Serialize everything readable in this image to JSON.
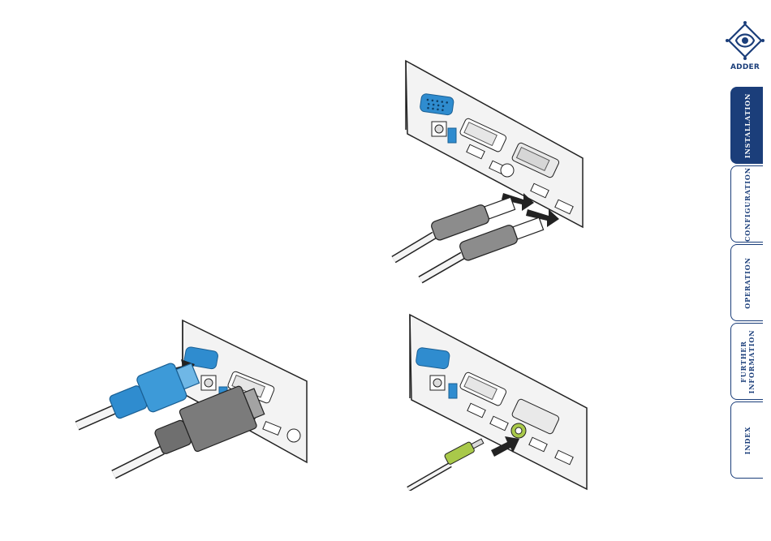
{
  "brand": {
    "logo_text": "ADDER",
    "logo_mark": "adder-snake-logo-icon",
    "color": "#1b3e7a"
  },
  "tabs": [
    {
      "id": "installation",
      "label": "INSTALLATION",
      "active": true
    },
    {
      "id": "configuration",
      "label": "CONFIGURATION",
      "active": false
    },
    {
      "id": "operation",
      "label": "OPERATION",
      "active": false
    },
    {
      "id": "further",
      "label_line1": "FURTHER",
      "label_line2": "INFORMATION",
      "active": false
    },
    {
      "id": "index",
      "label": "INDEX",
      "active": false
    }
  ],
  "illustrations": [
    {
      "id": "usb",
      "icon": "usb-cables-connection-icon"
    },
    {
      "id": "video",
      "icon": "vga-dvi-cables-connection-icon"
    },
    {
      "id": "audio",
      "icon": "audio-jack-connection-icon"
    }
  ],
  "colors": {
    "vga_blue": "#2f8ccf",
    "plug_grey": "#8c8c8c",
    "audio_green": "#a9c94a",
    "arrow": "#222222"
  }
}
